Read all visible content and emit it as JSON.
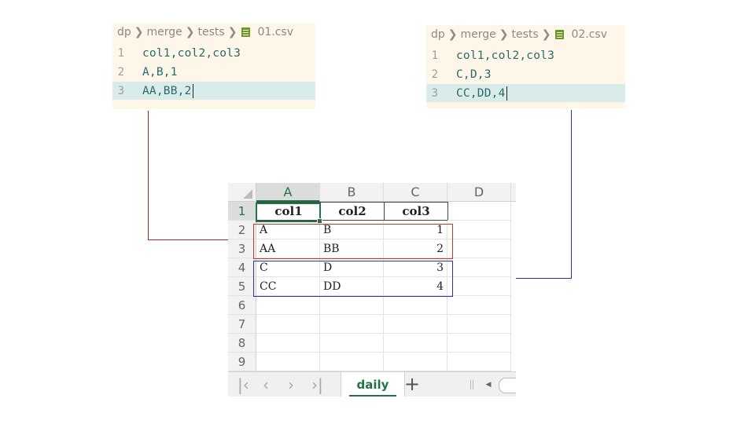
{
  "editors": [
    {
      "breadcrumb": [
        "dp",
        "merge",
        "tests"
      ],
      "file": "01.csv",
      "file_icon": "csv-file-icon",
      "lines": [
        {
          "num": "1",
          "code": "col1,col2,col3"
        },
        {
          "num": "2",
          "code": "A,B,1"
        },
        {
          "num": "3",
          "code": "AA,BB,2"
        }
      ]
    },
    {
      "breadcrumb": [
        "dp",
        "merge",
        "tests"
      ],
      "file": "02.csv",
      "file_icon": "csv-file-icon",
      "lines": [
        {
          "num": "1",
          "code": "col1,col2,col3"
        },
        {
          "num": "2",
          "code": "C,D,3"
        },
        {
          "num": "3",
          "code": "CC,DD,4"
        }
      ]
    }
  ],
  "sheet": {
    "columns": [
      "A",
      "B",
      "C",
      "D"
    ],
    "rows": [
      "1",
      "2",
      "3",
      "4",
      "5",
      "6",
      "7",
      "8",
      "9"
    ],
    "header": [
      "col1",
      "col2",
      "col3"
    ],
    "data": [
      [
        "A",
        "B",
        "1"
      ],
      [
        "AA",
        "BB",
        "2"
      ],
      [
        "C",
        "D",
        "3"
      ],
      [
        "CC",
        "DD",
        "4"
      ]
    ],
    "tab": "daily",
    "add_tab": "+",
    "nav": [
      "|<",
      "<",
      ">",
      ">|"
    ]
  },
  "colors": {
    "accent": "#217346",
    "red_link": "#b22222",
    "blue_link": "#2e2ea8",
    "editor_bg": "#fdf6e9",
    "active_line": "#d9ecea"
  }
}
